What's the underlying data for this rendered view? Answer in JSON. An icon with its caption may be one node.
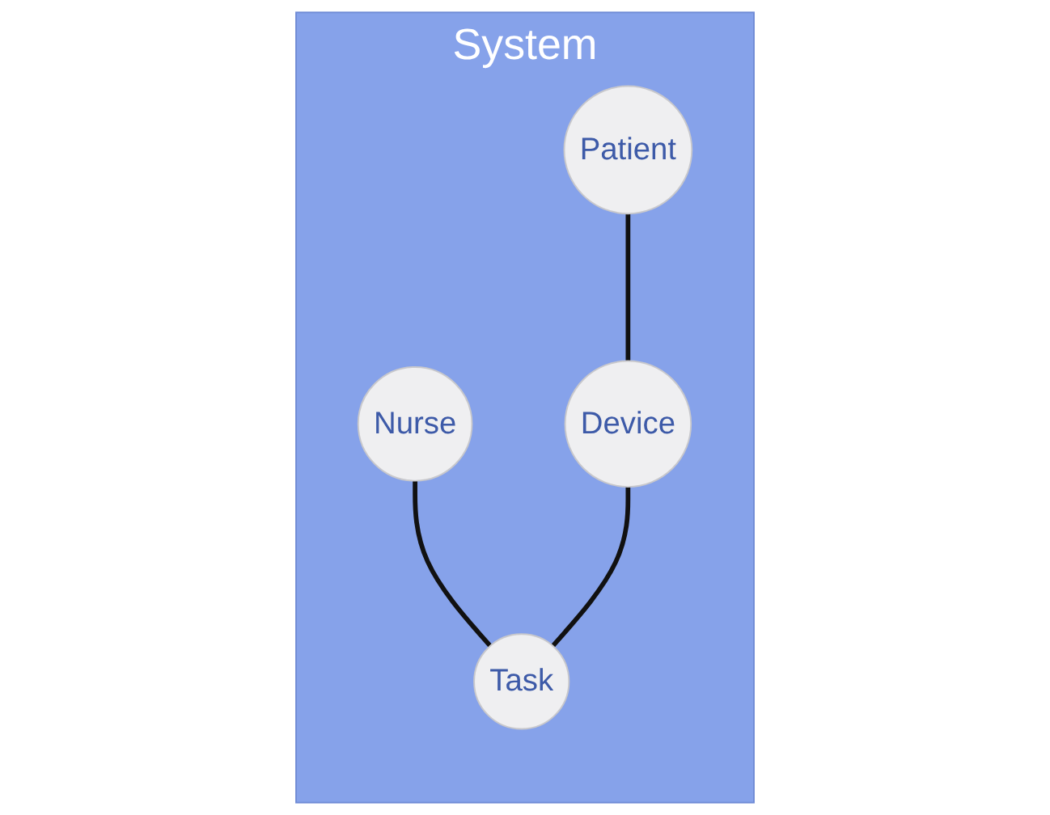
{
  "diagram": {
    "nodes": [
      {
        "text": [
          "System"
        ]
      },
      {
        "text": [
          "Patient"
        ],
        "in": 0
      },
      {
        "text": [
          "Nurse"
        ],
        "in": 0
      },
      {
        "text": [
          "Device"
        ],
        "in": 0
      },
      {
        "text": [
          "Task"
        ],
        "in": 0
      }
    ],
    "edges": [
      {
        "from": 1,
        "to": 3,
        "arrow": "none"
      },
      {
        "from": 2,
        "to": 4,
        "arrow": "none"
      },
      {
        "from": 3,
        "to": 4,
        "arrow": "none"
      }
    ]
  }
}
